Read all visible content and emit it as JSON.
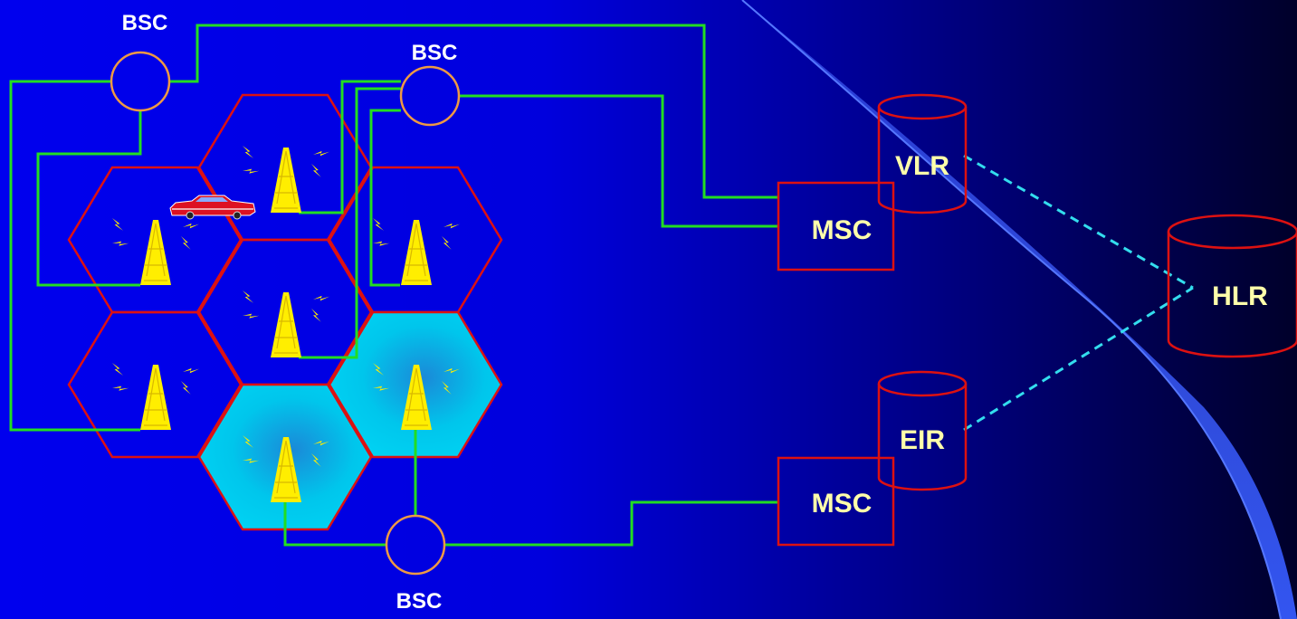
{
  "diagram": {
    "bsc_nodes": [
      {
        "id": "bsc-top-left",
        "label": "BSC"
      },
      {
        "id": "bsc-top-middle",
        "label": "BSC"
      },
      {
        "id": "bsc-bottom",
        "label": "BSC"
      }
    ],
    "msc_nodes": [
      {
        "id": "msc-upper",
        "label": "MSC"
      },
      {
        "id": "msc-lower",
        "label": "MSC"
      }
    ],
    "databases": [
      {
        "id": "vlr",
        "label": "VLR"
      },
      {
        "id": "eir",
        "label": "EIR"
      },
      {
        "id": "hlr",
        "label": "HLR"
      }
    ],
    "colors": {
      "background": "#0000ee",
      "background_right": "#00002a",
      "link": "#22dd22",
      "signalling_link": "#33ddee",
      "bsc_outline": "#ee9944",
      "cell_outline": "#dd1111",
      "highlight_cell": "#00ccee",
      "tower": "#ffee00",
      "label_white": "#ffffff",
      "label_yellow": "#ffffaa"
    },
    "icons": [
      "cell-tower-icon",
      "car-icon"
    ]
  }
}
